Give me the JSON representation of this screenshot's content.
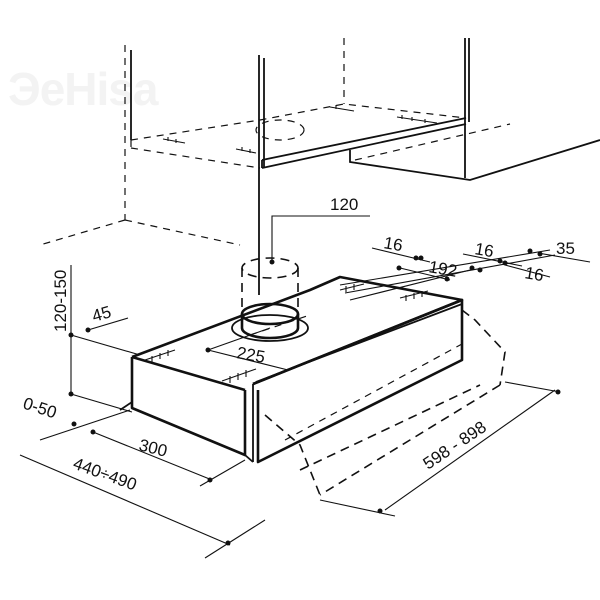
{
  "watermark": {
    "text": "ЭеНisa"
  },
  "diagram": {
    "subject": "range hood installation dimensions",
    "units": "mm",
    "labels": {
      "duct_diameter": "120",
      "duct_offset": "225",
      "front_height": "120-150",
      "front_depth": "45",
      "gap_under_cabinet": "0-50",
      "hood_depth": "300",
      "total_depth": "440÷490",
      "width_range": "598 - 898",
      "fix_16_a": "16",
      "fix_192": "192",
      "fix_16_b": "16",
      "fix_16_c": "16",
      "fix_35": "35"
    }
  }
}
